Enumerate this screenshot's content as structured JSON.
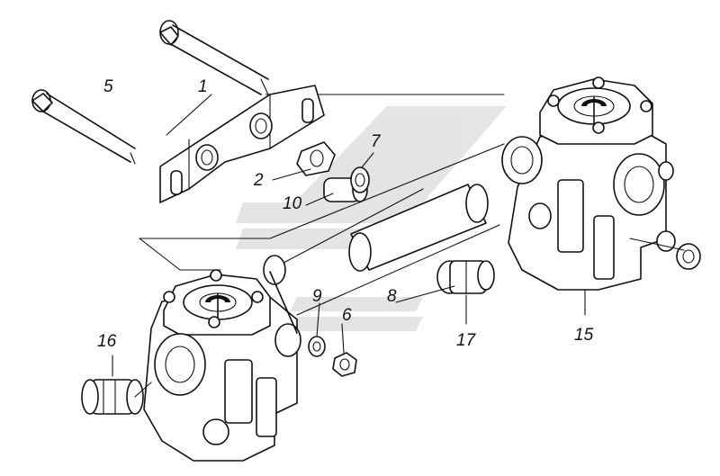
{
  "callouts": [
    {
      "id": "1",
      "text": "1"
    },
    {
      "id": "2",
      "text": "2"
    },
    {
      "id": "5",
      "text": "5"
    },
    {
      "id": "6",
      "text": "6"
    },
    {
      "id": "7",
      "text": "7"
    },
    {
      "id": "8",
      "text": "8"
    },
    {
      "id": "9",
      "text": "9"
    },
    {
      "id": "10",
      "text": "10"
    },
    {
      "id": "15",
      "text": "15"
    },
    {
      "id": "16",
      "text": "16"
    },
    {
      "id": "17",
      "text": "17"
    }
  ],
  "colors": {
    "line": "#111111",
    "background": "#ffffff"
  }
}
